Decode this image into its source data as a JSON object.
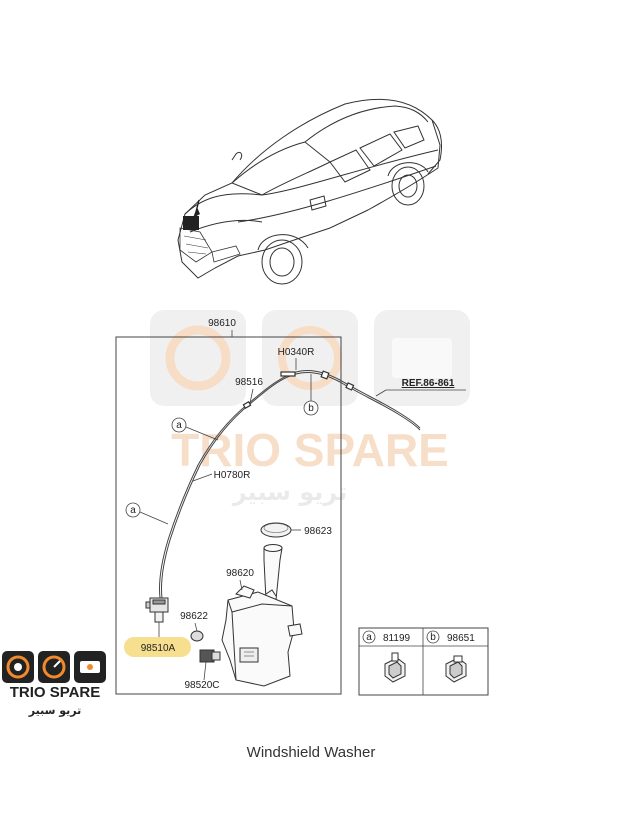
{
  "watermark": {
    "brand": "TRIO SPARE",
    "arabic": "تريو سبير"
  },
  "logo": {
    "brand": "TRIO SPARE",
    "arabic": "تريو سبير"
  },
  "labels": {
    "p98610": "98610",
    "h0340r": "H0340R",
    "p98516": "98516",
    "ref": "REF.86-861",
    "callout_a1": "a",
    "callout_b1": "b",
    "h0780r": "H0780R",
    "callout_a2": "a",
    "p98623": "98623",
    "p98620": "98620",
    "p98622": "98622",
    "p98510a": "98510A",
    "p98520c": "98520C"
  },
  "legend": {
    "a_letter": "a",
    "a_part": "81199",
    "b_letter": "b",
    "b_part": "98651"
  },
  "caption": "Windshield Washer",
  "colors": {
    "highlight": "#f6df8f",
    "watermark_orange": "#f4c9a6",
    "watermark_gray": "#e6e6e6",
    "logo_orange": "#f08a2c"
  }
}
